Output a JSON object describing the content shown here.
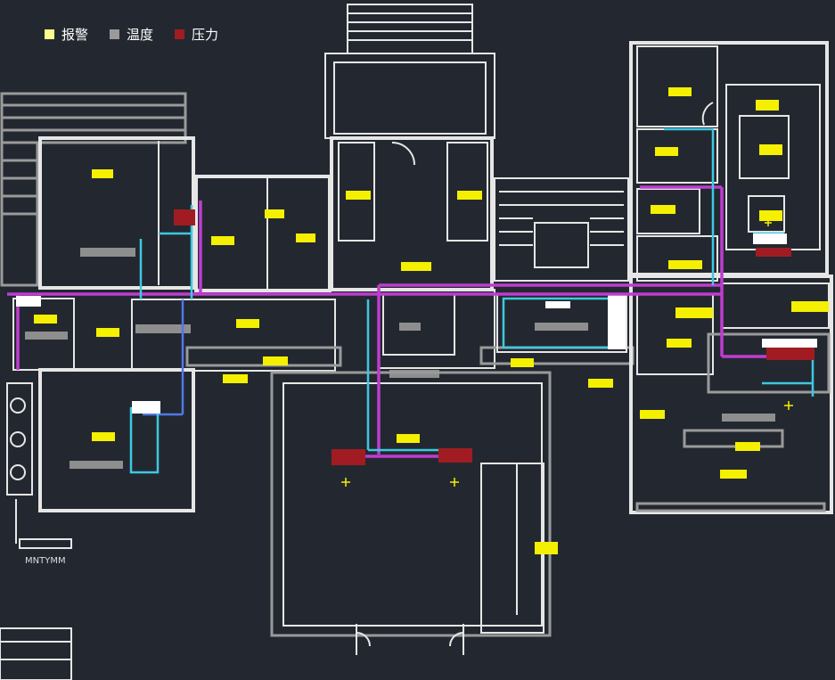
{
  "legend": [
    {
      "label": "报警",
      "color": "#fcfc8c"
    },
    {
      "label": "温度",
      "color": "#9a9a9a"
    },
    {
      "label": "压力",
      "color": "#a01c22"
    }
  ],
  "colors": {
    "background": "#232830",
    "walls": "#e6e6e6",
    "pipe_magenta": "#c03cd0",
    "pipe_cyan": "#3ec8e0",
    "pipe_blue": "#5078e8",
    "sensor_yellow": "#f4f000"
  },
  "drawing_note": "MNTYMM"
}
